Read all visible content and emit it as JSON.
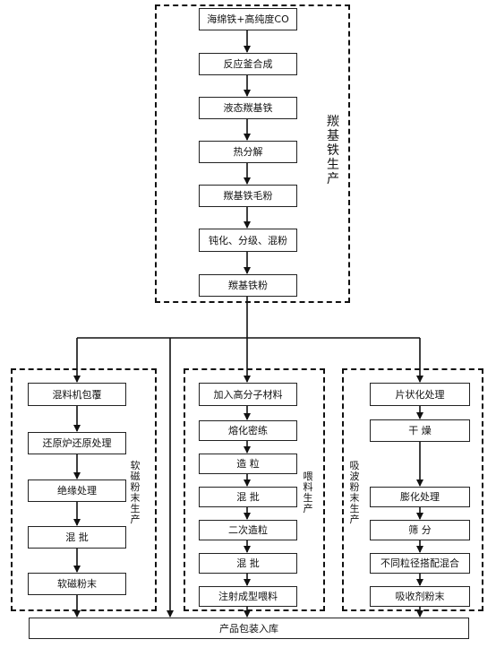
{
  "carbonyl": {
    "title": "羰基铁生产",
    "steps": [
      "海绵铁+高纯度CO",
      "反应釜合成",
      "液态羰基铁",
      "热分解",
      "羰基铁毛粉",
      "钝化、分级、混粉",
      "羰基铁粉"
    ]
  },
  "soft_magnetic": {
    "title": "软磁粉末生产",
    "steps": [
      "混料机包覆",
      "还原炉还原处理",
      "绝缘处理",
      "混 批",
      "软磁粉末"
    ]
  },
  "feed": {
    "title": "喂料生产",
    "steps": [
      "加入高分子材料",
      "熔化密练",
      "造 粒",
      "混 批",
      "二次造粒",
      "混 批",
      "注射成型喂料"
    ]
  },
  "absorbent": {
    "title": "吸波粉末生产",
    "steps": [
      "片状化处理",
      "干 燥",
      "膨化处理",
      "筛 分",
      "不同粒径搭配混合",
      "吸收剂粉末"
    ]
  },
  "final": {
    "label": "产品包装入库"
  }
}
